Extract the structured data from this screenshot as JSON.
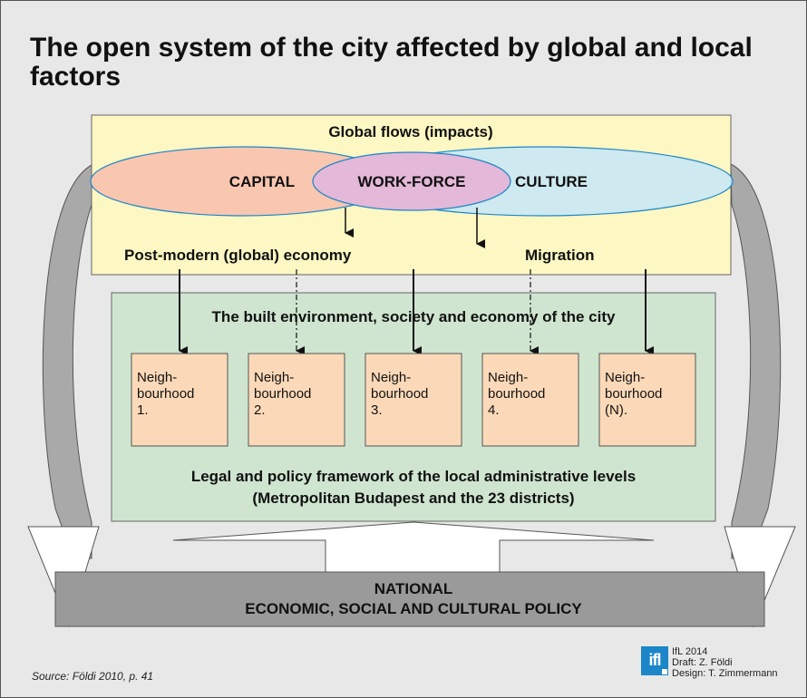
{
  "title": "The open system of the city affected by global and local factors",
  "global_flows": {
    "heading": "Global flows (impacts)",
    "capital": "CAPITAL",
    "work_force": "WORK-FORCE",
    "culture": "CULTURE",
    "economy": "Post-modern (global) economy",
    "migration": "Migration"
  },
  "city": {
    "heading": "The built environment, society and economy of the city",
    "neighbourhoods": [
      {
        "line1": "Neigh-",
        "line2": "bourhood",
        "line3": "1."
      },
      {
        "line1": "Neigh-",
        "line2": "bourhood",
        "line3": "2."
      },
      {
        "line1": "Neigh-",
        "line2": "bourhood",
        "line3": "3."
      },
      {
        "line1": "Neigh-",
        "line2": "bourhood",
        "line3": "4."
      },
      {
        "line1": "Neigh-",
        "line2": "bourhood",
        "line3": "(N)."
      }
    ],
    "framework_line1": "Legal and policy framework of the local administrative levels",
    "framework_line2": "(Metropolitan Budapest and the 23 districts)"
  },
  "national": {
    "line1": "NATIONAL",
    "line2": "ECONOMIC, SOCIAL AND CULTURAL POLICY"
  },
  "source": "Source: Földi 2010, p. 41",
  "credits": {
    "logo": "ifl",
    "line1": "IfL 2014",
    "line2": "Draft: Z. Földi",
    "line3": "Design: T. Zimmermann"
  },
  "colors": {
    "background": "#e8e8e8",
    "global_box": "#fdf7c3",
    "capital_ellipse": "#f9c6b0",
    "culture_ellipse": "#c5e6f7",
    "work_force_ellipse": "#e3b8d8",
    "city_box": "#cfe5d0",
    "neighbourhood": "#fbd9b8",
    "national_bar": "#9a9a9a",
    "side_arrows": "#a9a9a9"
  }
}
